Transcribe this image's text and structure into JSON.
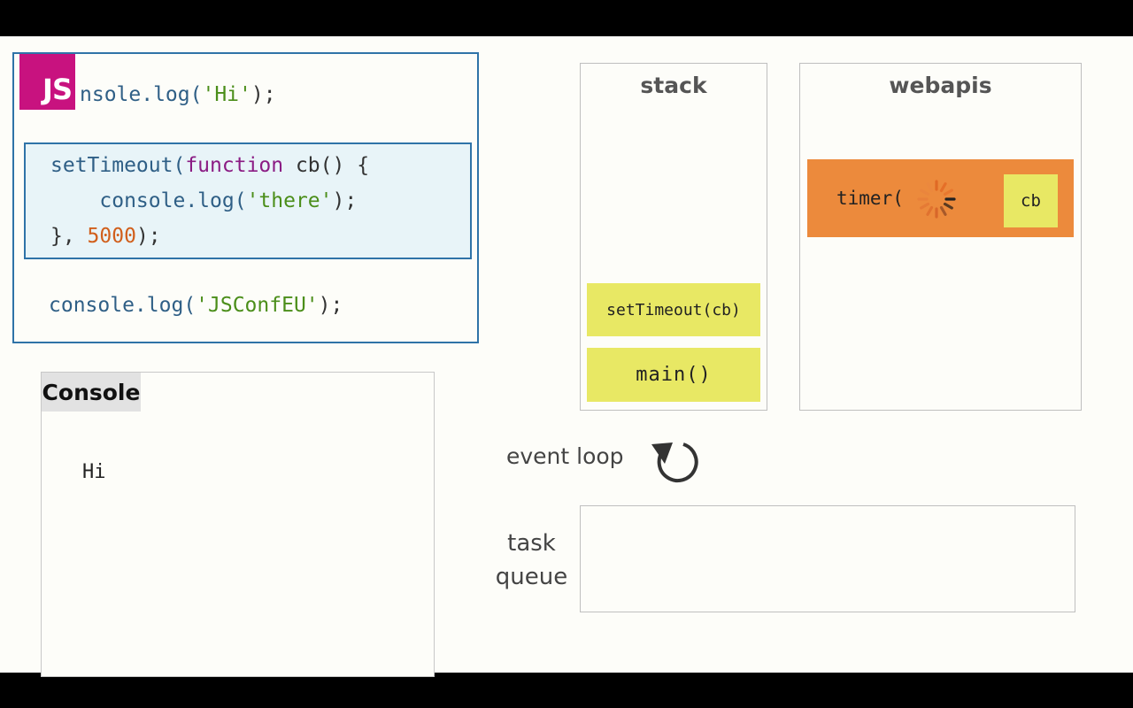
{
  "code": {
    "logo": "JS",
    "line1": {
      "method": "nsole.log(",
      "arg": "'Hi'",
      "end": ");"
    },
    "block": {
      "l1_fn": "setTimeout(",
      "l1_kw": "function",
      "l1_name": " cb() {",
      "l2_method": "    console.log(",
      "l2_arg": "'there'",
      "l2_end": ");",
      "l3_start": "}, ",
      "l3_num": "5000",
      "l3_end": ");"
    },
    "line5": {
      "method": "console.log(",
      "arg": "'JSConfEU'",
      "end": ");"
    }
  },
  "console": {
    "title": "Console",
    "output": [
      "Hi"
    ]
  },
  "stack": {
    "title": "stack",
    "frames": [
      "setTimeout(cb)",
      "main()"
    ]
  },
  "webapis": {
    "title": "webapis",
    "timer_label": "timer(",
    "callback": "cb"
  },
  "event_loop": {
    "label": "event loop"
  },
  "task_queue": {
    "label_line1": "task",
    "label_line2": "queue",
    "items": []
  },
  "colors": {
    "logo_bg": "#c8127f",
    "code_border": "#2f73a8",
    "highlight_bg": "#e8f4f8",
    "frame_yellow": "#e8e864",
    "timer_orange": "#ec8a3c"
  },
  "icons": {
    "spinner": "spinner-icon",
    "loop": "event-loop-arrow-icon"
  }
}
